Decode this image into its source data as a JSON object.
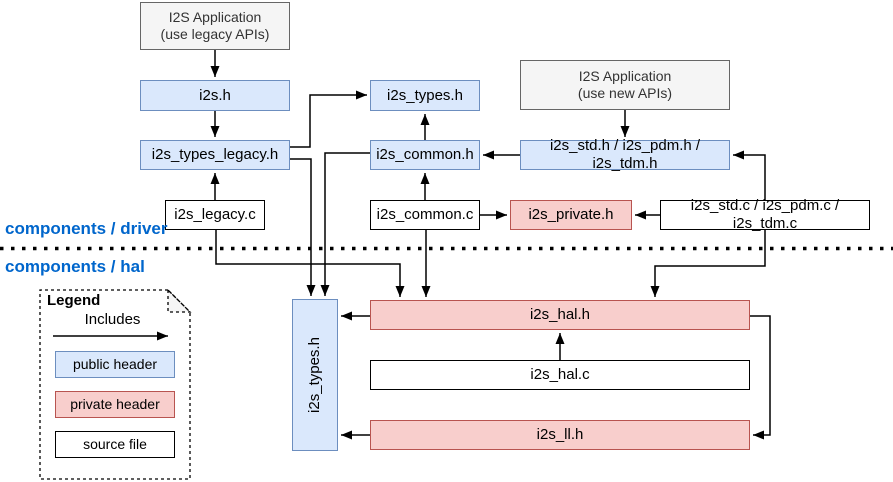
{
  "sections": {
    "driver": "components / driver",
    "hal": "components / hal"
  },
  "boxes": {
    "app_legacy": {
      "line1": "I2S Application",
      "line2": "(use legacy APIs)"
    },
    "i2s_h": "i2s.h",
    "i2s_types_legacy_h": "i2s_types_legacy.h",
    "i2s_legacy_c": "i2s_legacy.c",
    "i2s_types_h": "i2s_types.h",
    "i2s_common_h": "i2s_common.h",
    "i2s_common_c": "i2s_common.c",
    "i2s_private_h": "i2s_private.h",
    "app_new": {
      "line1": "I2S Application",
      "line2": "(use new APIs)"
    },
    "i2s_std_pdm_tdm_h": "i2s_std.h / i2s_pdm.h / i2s_tdm.h",
    "i2s_std_pdm_tdm_c": "i2s_std.c / i2s_pdm.c / i2s_tdm.c",
    "i2s_types_h_hal": "i2s_types.h",
    "i2s_hal_h": "i2s_hal.h",
    "i2s_hal_c": "i2s_hal.c",
    "i2s_ll_h": "i2s_ll.h"
  },
  "legend": {
    "title": "Legend",
    "arrow_label": "Includes",
    "public_header": "public header",
    "private_header": "private header",
    "source_file": "source file"
  },
  "colors": {
    "public_fill": "#dae8fc",
    "public_stroke": "#6c8ebf",
    "private_fill": "#f8cecc",
    "private_stroke": "#b85450",
    "app_fill": "#f5f5f5",
    "app_stroke": "#666666",
    "source_fill": "#ffffff",
    "source_stroke": "#000000",
    "section_label": "#0066cc",
    "line": "#000000"
  }
}
